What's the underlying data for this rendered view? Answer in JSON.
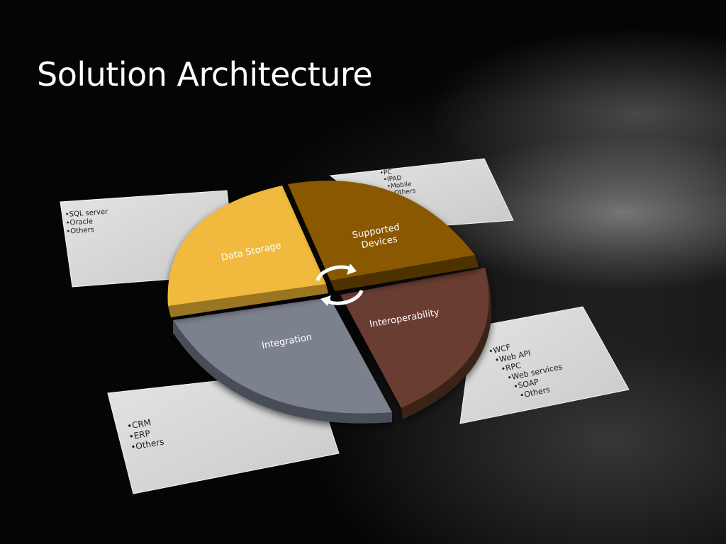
{
  "slide": {
    "title": "Solution Architecture"
  },
  "segments": {
    "data_storage": {
      "label": "Data Storage",
      "color": "#f1b93d"
    },
    "supported_devices": {
      "label_line1": "Supported",
      "label_line2": "Devices",
      "color": "#8a5806"
    },
    "interoperability": {
      "label": "Interoperability",
      "color": "#6a3e32"
    },
    "integration": {
      "label": "Integration",
      "color": "#7c818e"
    }
  },
  "cards": {
    "data_storage": {
      "items": [
        "•SQL server",
        "•Oracle",
        "•Others"
      ]
    },
    "supported_devices": {
      "items": [
        "•PC",
        "•IPAD",
        "•Mobile",
        "•Others"
      ]
    },
    "interoperability": {
      "items": [
        "•WCF",
        "•Web API",
        "•RPC",
        "•Web services",
        "•SOAP",
        "•Others"
      ]
    },
    "integration": {
      "items": [
        "•CRM",
        "•ERP",
        "•Others"
      ]
    }
  },
  "center_icon": "refresh-cycle-icon"
}
